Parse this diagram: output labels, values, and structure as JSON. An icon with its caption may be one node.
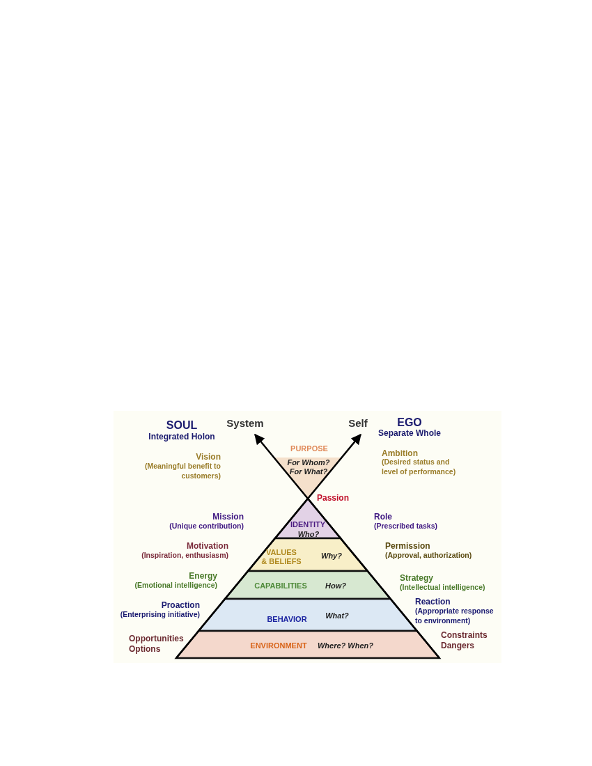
{
  "diagram": {
    "nodes": [
      {
        "text": [
          "PURPOSE",
          "For Whom? For What?"
        ]
      },
      {
        "text": [
          "IDENTITY",
          "Who?"
        ]
      },
      {
        "text": [
          "VALUES & BELIEFS",
          "Why?"
        ]
      },
      {
        "text": [
          "CAPABILITIES",
          "How?"
        ]
      },
      {
        "text": [
          "BEHAVIOR",
          "What?"
        ]
      },
      {
        "text": [
          "ENVIRONMENT",
          "Where? When?"
        ]
      },
      {
        "text": [
          "System"
        ]
      },
      {
        "text": [
          "Self"
        ]
      }
    ],
    "edges": [
      {
        "from": 5,
        "to": 6,
        "arrow": "to"
      },
      {
        "from": 5,
        "to": 7,
        "arrow": "to"
      }
    ],
    "labels": [
      "SOUL",
      "Integrated Holon",
      "EGO",
      "Separate Whole",
      "Vision",
      "(Meaningful benefit to customers)",
      "Ambition",
      "(Desired status and level of performance)",
      "Passion",
      "Mission",
      "(Unique contribution)",
      "Role",
      "(Prescribed tasks)",
      "Motivation",
      "(Inspiration, enthusiasm)",
      "Permission",
      "(Approval, authorization)",
      "Energy",
      "(Emotional intelligence)",
      "Strategy",
      "(Intellectual intelligence)",
      "Proaction",
      "(Enterprising initiative)",
      "Reaction",
      "(Appropriate response to environment)",
      "Opportunities",
      "Options",
      "Constraints",
      "Dangers"
    ]
  }
}
